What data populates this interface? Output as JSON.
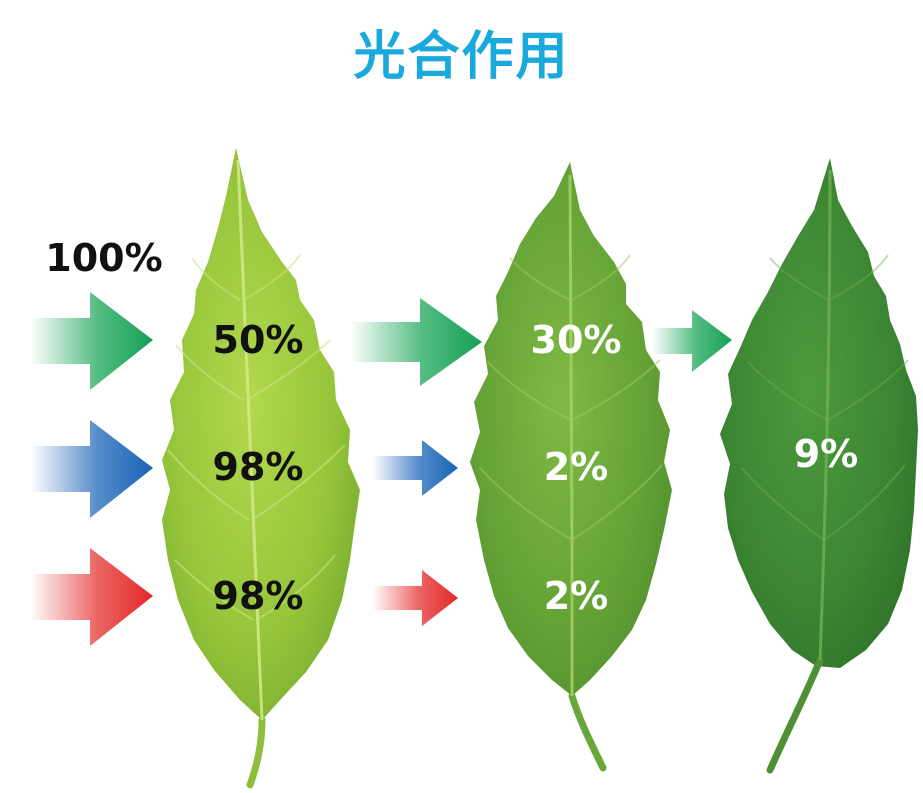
{
  "title": "光合作用",
  "input_label": "100%",
  "colors": {
    "title": "#19a9dc",
    "green_arrow": "#1aa659",
    "blue_arrow": "#1d66b8",
    "red_arrow": "#e53131",
    "leaf1": "#9cc93c",
    "leaf2": "#6dab38",
    "leaf3": "#3f8a35"
  },
  "leaves": [
    {
      "name": "leaf-1",
      "values": {
        "green": "50%",
        "blue": "98%",
        "red": "98%"
      }
    },
    {
      "name": "leaf-2",
      "values": {
        "green": "30%",
        "blue": "2%",
        "red": "2%"
      }
    },
    {
      "name": "leaf-3",
      "values": {
        "green": "9%"
      }
    }
  ]
}
